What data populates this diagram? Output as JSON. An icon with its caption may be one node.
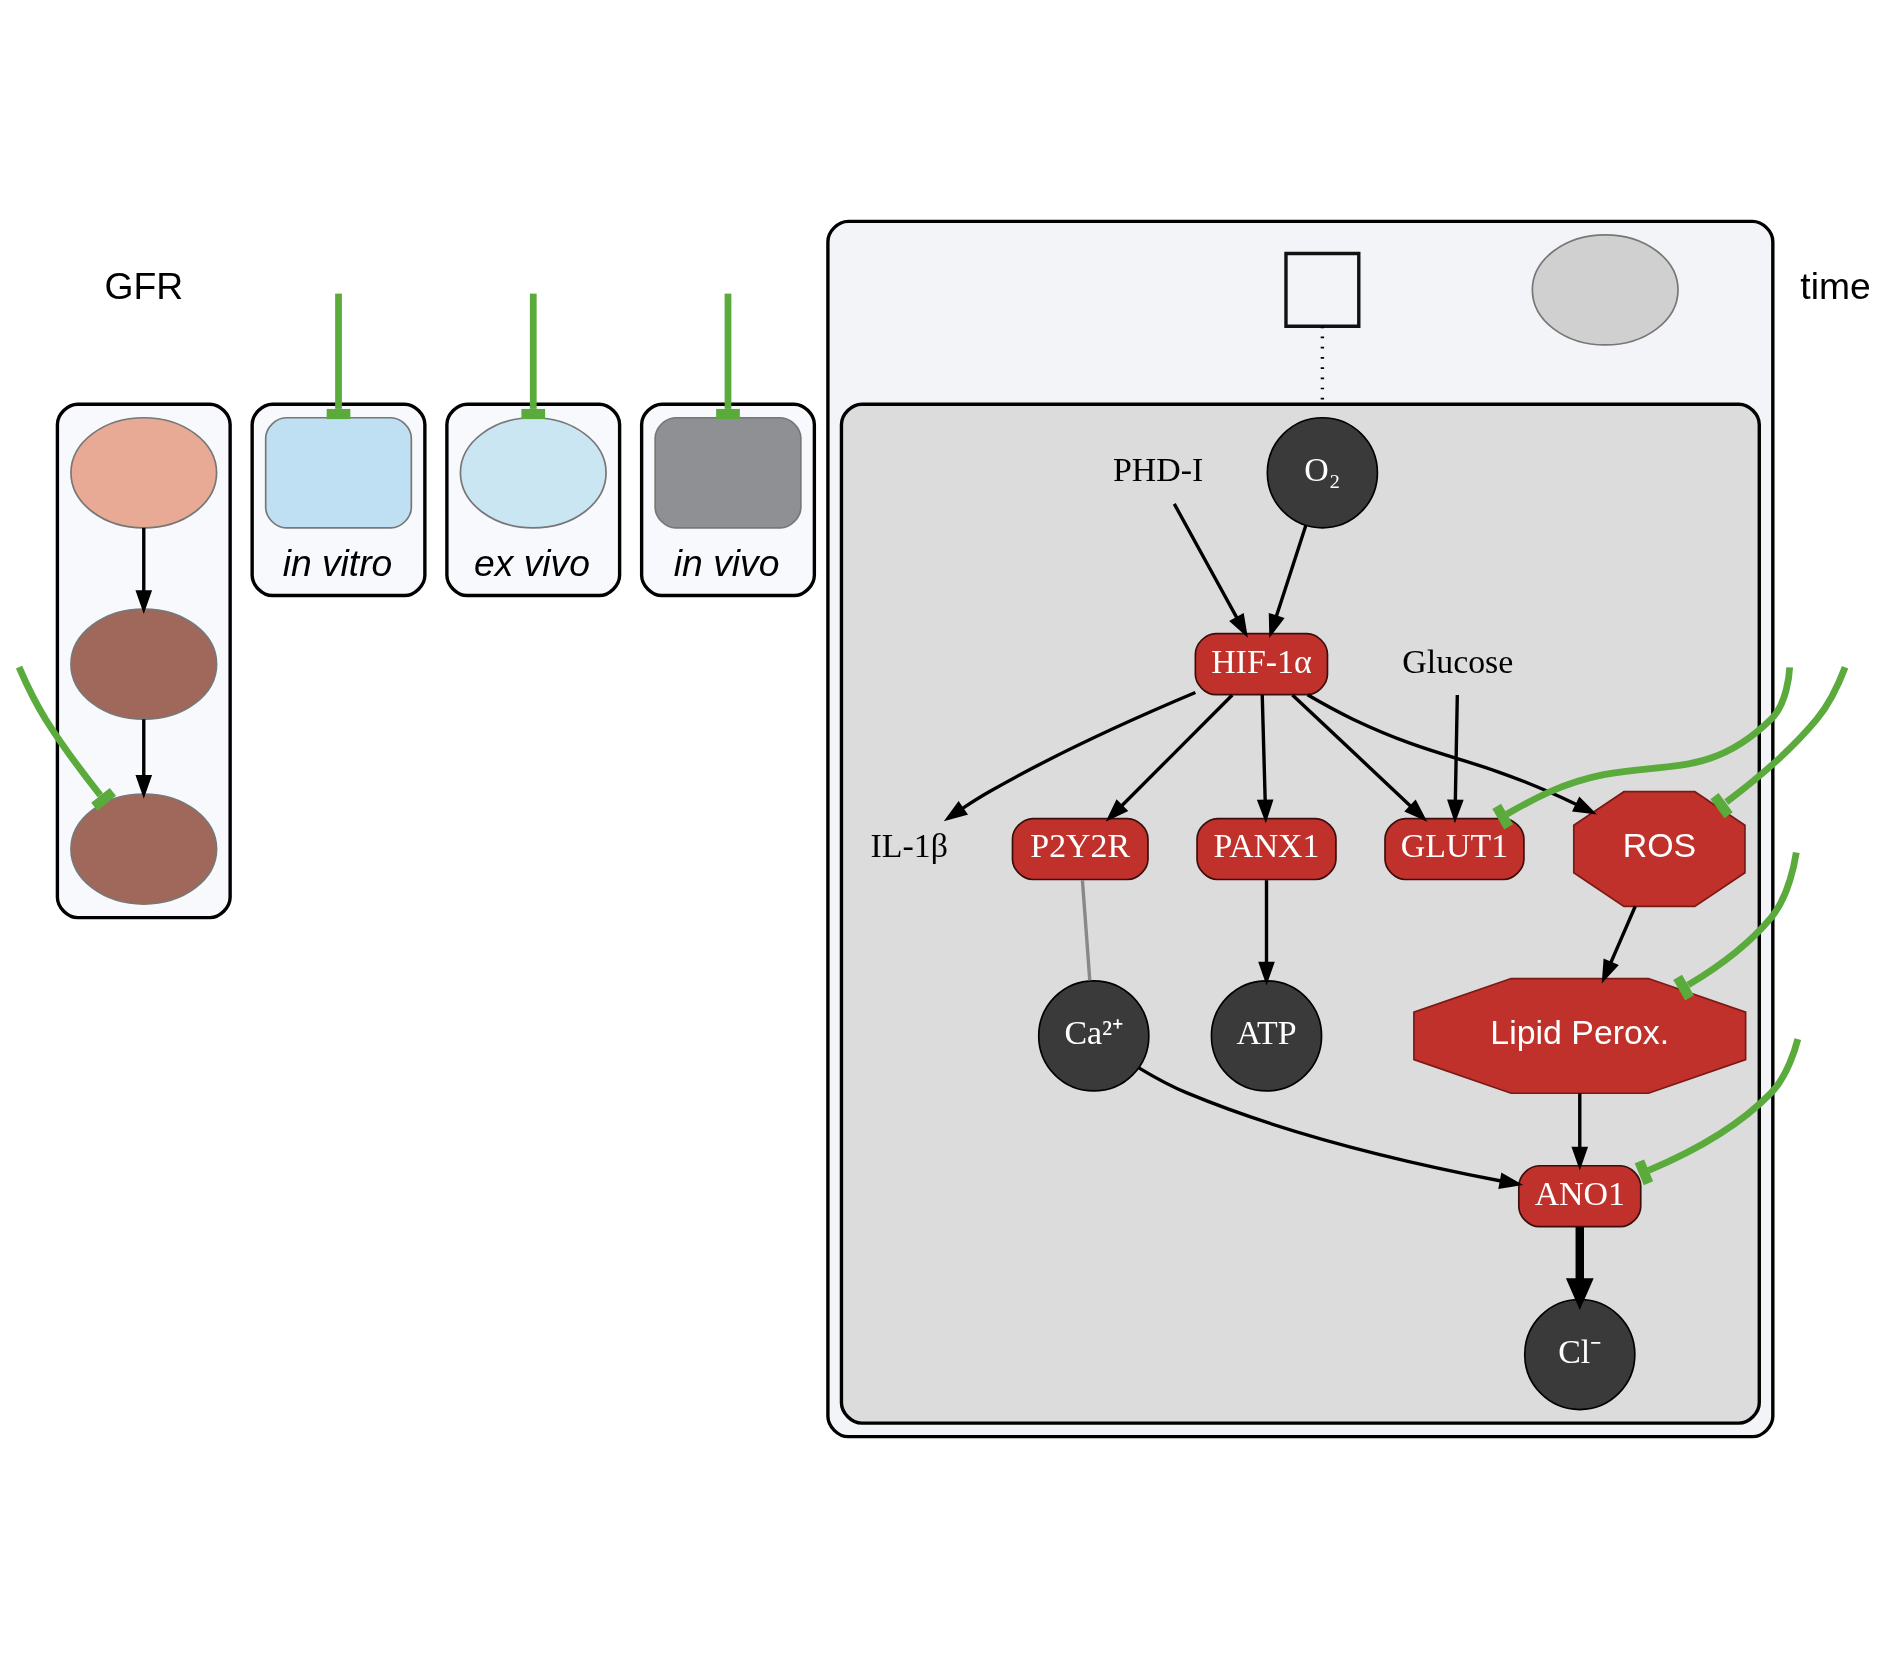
{
  "diagram": {
    "nodes": [
      {
        "text": [],
        "shape": "box"
      },
      {
        "text": [],
        "shape": "circle",
        "in": 0
      },
      {
        "text": [],
        "shape": "circle",
        "in": 0
      },
      {
        "text": [],
        "shape": "circle",
        "in": 0
      },
      {
        "text": [
          "in vitro"
        ]
      },
      {
        "text": [],
        "shape": "box",
        "in": 4
      },
      {
        "text": [
          "ex vivo"
        ]
      },
      {
        "text": [],
        "shape": "circle",
        "in": 6
      },
      {
        "text": [
          "in vivo"
        ]
      },
      {
        "text": [],
        "shape": "box",
        "in": 8
      },
      {
        "text": [],
        "shape": "box"
      },
      {
        "text": [],
        "shape": "circle",
        "in": 10
      },
      {
        "text": [],
        "shape": "box",
        "in": 10
      },
      {
        "text": [],
        "shape": "box",
        "in": 10
      },
      {
        "text": [
          "O₂"
        ],
        "in": 13
      },
      {
        "text": [
          "PHD-I"
        ],
        "in": 13
      },
      {
        "text": [
          "HIF-1α"
        ],
        "in": 13
      },
      {
        "text": [
          "PANX1"
        ],
        "in": 13
      },
      {
        "text": [
          "IL-1β"
        ],
        "in": 13
      },
      {
        "text": [
          "ATP"
        ],
        "in": 13
      },
      {
        "text": [
          "P2Y2R"
        ],
        "in": 13
      },
      {
        "text": [
          "Ca²⁺"
        ],
        "in": 13
      },
      {
        "text": [
          "ANO1"
        ],
        "in": 13
      },
      {
        "text": [
          "GLUT1"
        ],
        "in": 13
      },
      {
        "text": [
          "Cl⁻"
        ],
        "in": 13
      },
      {
        "text": [
          "ROS"
        ],
        "in": 13
      },
      {
        "text": [
          "Glucose"
        ],
        "in": 13
      },
      {
        "text": [
          "Lipid Perox."
        ],
        "in": 13
      }
    ],
    "edges": [
      {
        "from": 1,
        "to": 2,
        "arrow": "to"
      },
      {
        "from": 2,
        "to": 3,
        "arrow": "to"
      },
      {
        "from": null,
        "to": 3,
        "arrow": "other",
        "style": "thick",
        "color": "#5aab3c"
      },
      {
        "from": null,
        "to": 5,
        "arrow": "other",
        "style": "thick",
        "color": "#5aab3c"
      },
      {
        "from": null,
        "to": 7,
        "arrow": "other",
        "style": "thick",
        "color": "#5aab3c"
      },
      {
        "from": null,
        "to": 9,
        "arrow": "other",
        "style": "thick",
        "color": "#5aab3c"
      },
      {
        "from": 12,
        "to": 13,
        "arrow": "none",
        "style": "dashed"
      },
      {
        "from": 14,
        "to": 16,
        "arrow": "to"
      },
      {
        "from": 15,
        "to": 16,
        "arrow": "to"
      },
      {
        "from": 16,
        "to": 17,
        "arrow": "to"
      },
      {
        "from": 16,
        "to": 18,
        "arrow": "to"
      },
      {
        "from": 16,
        "to": 20,
        "arrow": "to"
      },
      {
        "from": 16,
        "to": 25,
        "arrow": "to"
      },
      {
        "from": 16,
        "to": 23,
        "arrow": "to"
      },
      {
        "from": 17,
        "to": 19,
        "arrow": "to"
      },
      {
        "from": 20,
        "to": 21,
        "arrow": "none",
        "color": "#888888"
      },
      {
        "from": 21,
        "to": 22,
        "arrow": "to"
      },
      {
        "from": 22,
        "to": 24,
        "arrow": "to",
        "style": "thick"
      },
      {
        "from": 26,
        "to": 23,
        "arrow": "to"
      },
      {
        "from": 27,
        "to": 22,
        "arrow": "to"
      },
      {
        "from": 25,
        "to": 27,
        "arrow": "to"
      },
      {
        "from": null,
        "to": 22,
        "arrow": "other",
        "style": "thick",
        "color": "#5aab3c"
      },
      {
        "from": null,
        "to": 23,
        "arrow": "other",
        "style": "thick",
        "color": "#5aab3c"
      },
      {
        "from": null,
        "to": 25,
        "arrow": "other",
        "style": "thick",
        "color": "#5aab3c"
      },
      {
        "from": null,
        "to": 27,
        "arrow": "other",
        "style": "thick",
        "color": "#5aab3c"
      }
    ],
    "labels": [
      "GFR",
      "time"
    ]
  }
}
